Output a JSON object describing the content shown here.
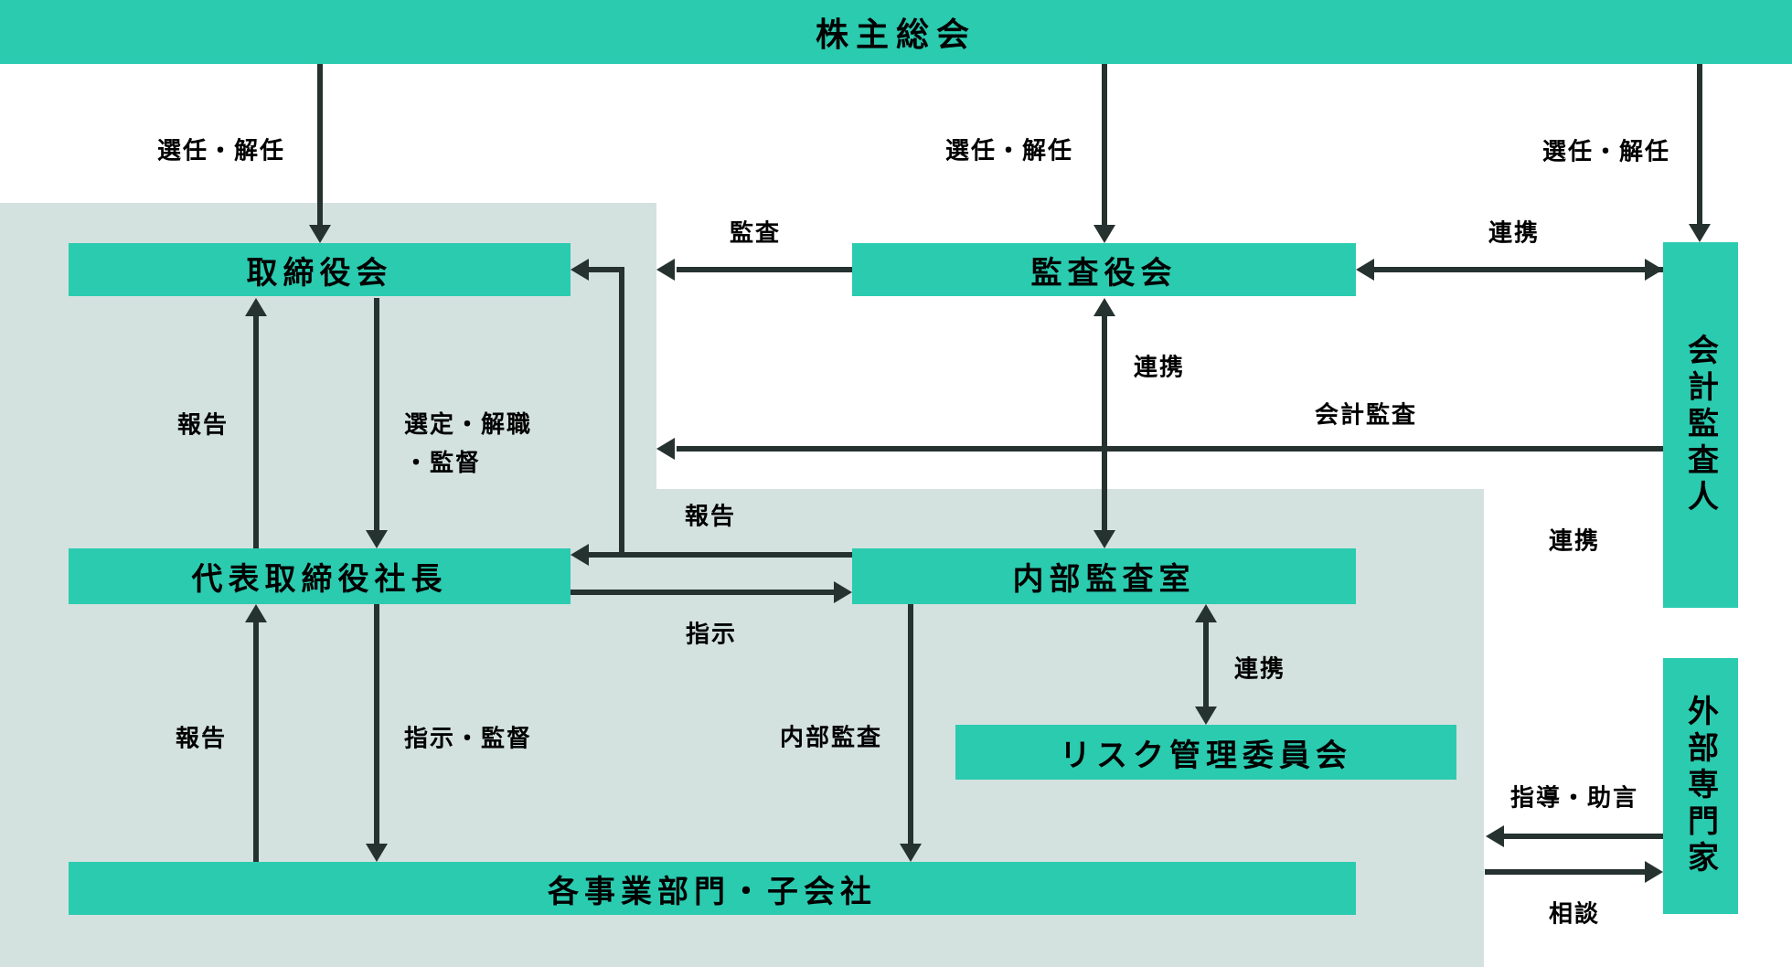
{
  "colors": {
    "accent_teal": "#2bcbb0",
    "company_zone": "#d3e2df",
    "arrow_ink": "#25322f",
    "text": "#000000"
  },
  "nodes": {
    "shareholders": "株主総会",
    "board": "取締役会",
    "auditors": "監査役会",
    "accounting_auditor": "会計監査人",
    "president": "代表取締役社長",
    "internal_audit_office": "内部監査室",
    "risk_committee": "リスク管理委員会",
    "divisions": "各事業部門・子会社",
    "external_experts": "外部専門家"
  },
  "labels": {
    "appoint_dismiss_left": "選任・解任",
    "appoint_dismiss_center": "選任・解任",
    "appoint_dismiss_right": "選任・解任",
    "audit": "監査",
    "cooperation_auditors_accounting": "連携",
    "cooperation_auditors_internal": "連携",
    "cooperation_internal_accounting": "連携",
    "cooperation_internal_risk": "連携",
    "accounting_audit": "会計監査",
    "report_internal_upward": "報告",
    "select_dismiss_line1": "選定・解職",
    "select_dismiss_line2": "・監督",
    "report_president_to_board": "報告",
    "instruct": "指示",
    "report_divisions_to_president": "報告",
    "instruct_supervise": "指示・監督",
    "internal_audit": "内部監査",
    "guidance_advice": "指導・助言",
    "consultation": "相談"
  }
}
